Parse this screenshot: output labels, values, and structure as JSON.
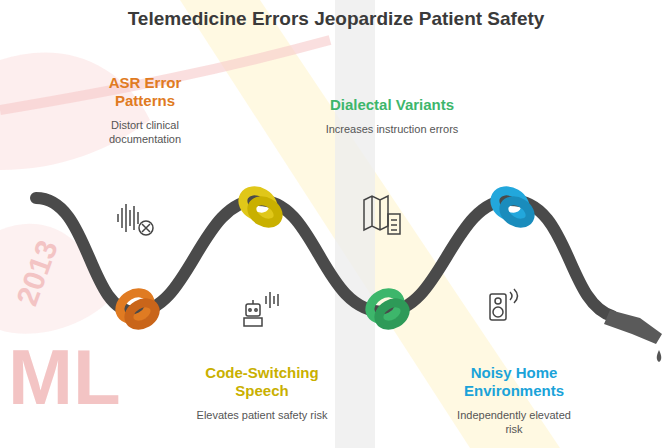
{
  "diagram": {
    "title": "Telemedicine Errors Jeopardize Patient Safety",
    "nodes": [
      {
        "text": [
          "ASR Error Patterns",
          "Distort clinical documentation"
        ]
      },
      {
        "text": [
          "Code-Switching Speech",
          "Elevates patient safety risk"
        ]
      },
      {
        "text": [
          "Dialectal Variants",
          "Increases instruction errors"
        ]
      },
      {
        "text": [
          "Noisy Home Environments",
          "Independently elevated risk"
        ]
      }
    ],
    "labels": [
      "2013",
      "ML"
    ]
  }
}
